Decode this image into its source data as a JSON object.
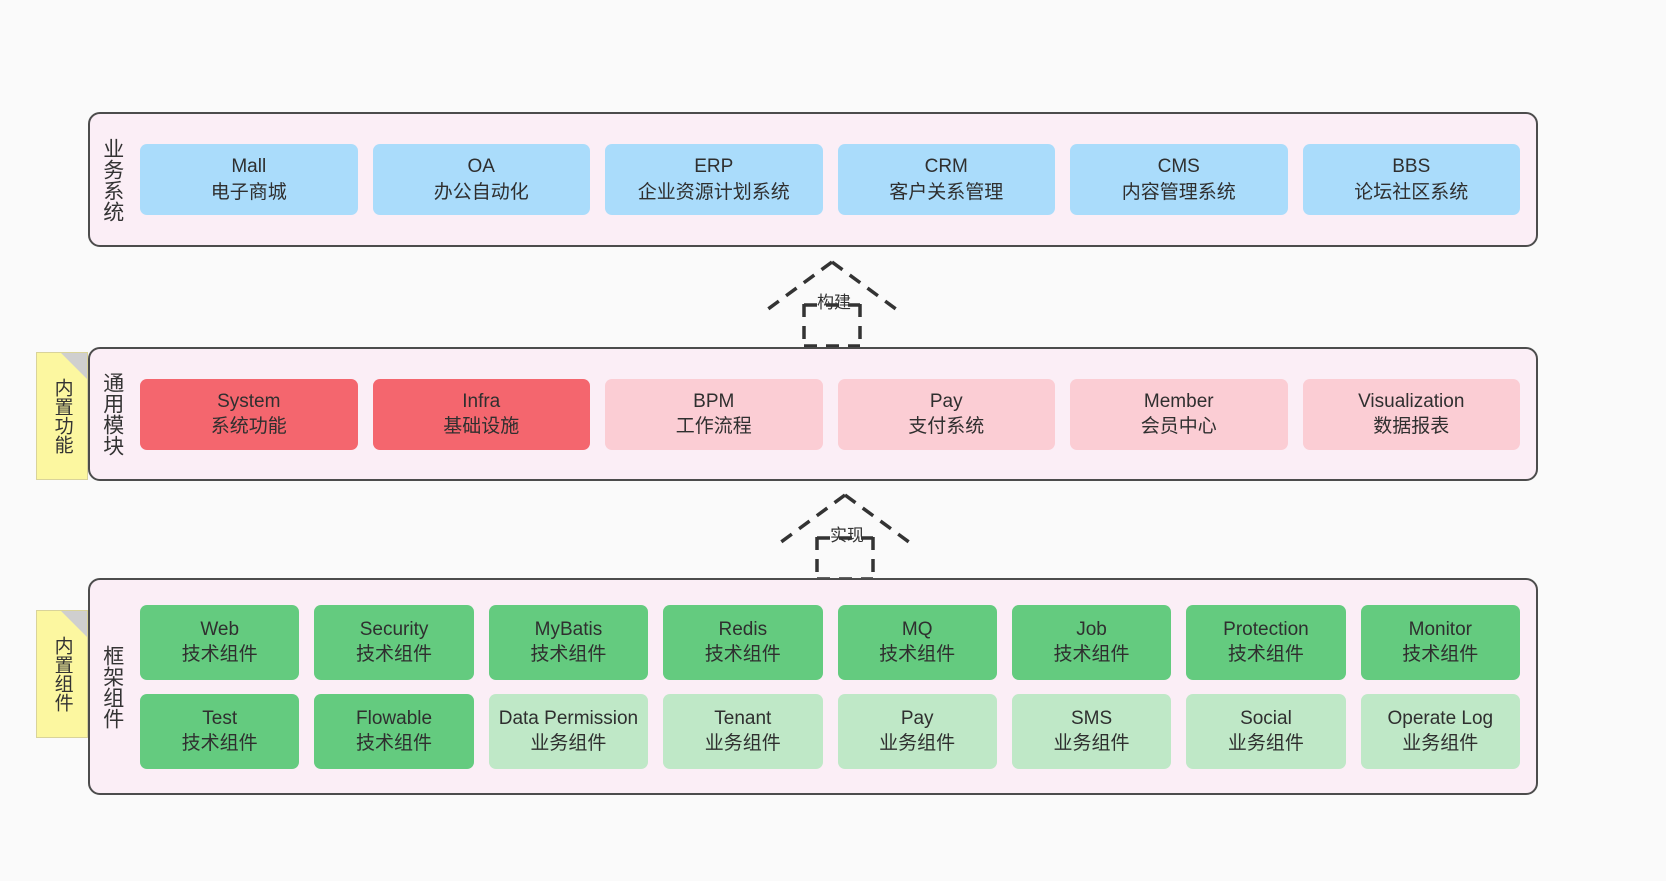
{
  "diagram": {
    "background_color": "#fafafa",
    "layer_fill": "#fbeef6",
    "layer_border": "#4c4c4c"
  },
  "layers": [
    {
      "id": "business",
      "label": "业务系统",
      "card_color": "#aadcfb",
      "rows": [
        {
          "cards": [
            {
              "title": "Mall",
              "subtitle": "电子商城",
              "variant": "c-blue"
            },
            {
              "title": "OA",
              "subtitle": "办公自动化",
              "variant": "c-blue"
            },
            {
              "title": "ERP",
              "subtitle": "企业资源计划系统",
              "variant": "c-blue"
            },
            {
              "title": "CRM",
              "subtitle": "客户关系管理",
              "variant": "c-blue"
            },
            {
              "title": "CMS",
              "subtitle": "内容管理系统",
              "variant": "c-blue"
            },
            {
              "title": "BBS",
              "subtitle": "论坛社区系统",
              "variant": "c-blue"
            }
          ]
        }
      ]
    },
    {
      "id": "modules",
      "label": "通用模块",
      "rows": [
        {
          "cards": [
            {
              "title": "System",
              "subtitle": "系统功能",
              "variant": "c-red"
            },
            {
              "title": "Infra",
              "subtitle": "基础设施",
              "variant": "c-red"
            },
            {
              "title": "BPM",
              "subtitle": "工作流程",
              "variant": "c-pink"
            },
            {
              "title": "Pay",
              "subtitle": "支付系统",
              "variant": "c-pink"
            },
            {
              "title": "Member",
              "subtitle": "会员中心",
              "variant": "c-pink"
            },
            {
              "title": "Visualization",
              "subtitle": "数据报表",
              "variant": "c-pink"
            }
          ]
        }
      ]
    },
    {
      "id": "framework",
      "label": "框架组件",
      "rows": [
        {
          "cards": [
            {
              "title": "Web",
              "subtitle": "技术组件",
              "variant": "c-green"
            },
            {
              "title": "Security",
              "subtitle": "技术组件",
              "variant": "c-green"
            },
            {
              "title": "MyBatis",
              "subtitle": "技术组件",
              "variant": "c-green"
            },
            {
              "title": "Redis",
              "subtitle": "技术组件",
              "variant": "c-green"
            },
            {
              "title": "MQ",
              "subtitle": "技术组件",
              "variant": "c-green"
            },
            {
              "title": "Job",
              "subtitle": "技术组件",
              "variant": "c-green"
            },
            {
              "title": "Protection",
              "subtitle": "技术组件",
              "variant": "c-green"
            },
            {
              "title": "Monitor",
              "subtitle": "技术组件",
              "variant": "c-green"
            }
          ]
        },
        {
          "cards": [
            {
              "title": "Test",
              "subtitle": "技术组件",
              "variant": "c-green"
            },
            {
              "title": "Flowable",
              "subtitle": "技术组件",
              "variant": "c-green"
            },
            {
              "title": "Data Permission",
              "subtitle": "业务组件",
              "variant": "c-lightgreen"
            },
            {
              "title": "Tenant",
              "subtitle": "业务组件",
              "variant": "c-lightgreen"
            },
            {
              "title": "Pay",
              "subtitle": "业务组件",
              "variant": "c-lightgreen"
            },
            {
              "title": "SMS",
              "subtitle": "业务组件",
              "variant": "c-lightgreen"
            },
            {
              "title": "Social",
              "subtitle": "业务组件",
              "variant": "c-lightgreen"
            },
            {
              "title": "Operate Log",
              "subtitle": "业务组件",
              "variant": "c-lightgreen"
            }
          ]
        }
      ]
    }
  ],
  "notes": [
    {
      "id": "note-modules",
      "label": "内置功能",
      "color": "#fcf7a0"
    },
    {
      "id": "note-framework",
      "label": "内置组件",
      "color": "#fcf7a0"
    }
  ],
  "arrows": [
    {
      "id": "arrow-build",
      "label": "构建",
      "style": "dashed-generalization",
      "direction": "up"
    },
    {
      "id": "arrow-impl",
      "label": "实现",
      "style": "dashed-generalization",
      "direction": "up"
    }
  ]
}
